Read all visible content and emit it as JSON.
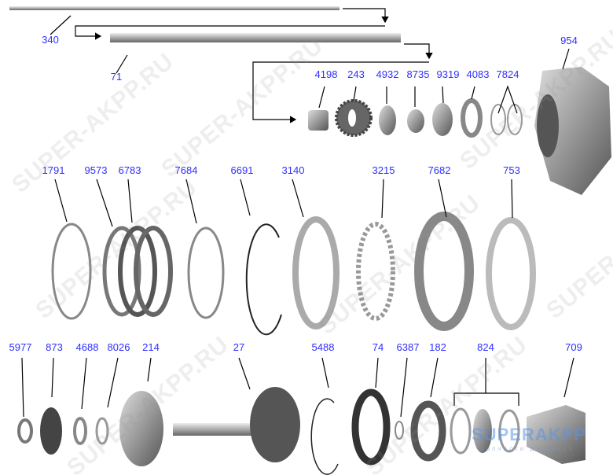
{
  "watermark": "SUPER-AKPP.RU",
  "logo": {
    "name": "SUPERAKPP",
    "tagline": "запчасти для акпп"
  },
  "colors": {
    "label": "#2f2fff",
    "part": "#9a9a9a",
    "leader": "#000000"
  },
  "labels": [
    "340",
    "71",
    "954",
    "4198",
    "243",
    "4932",
    "8735",
    "9319",
    "4083",
    "7824",
    "1791",
    "9573",
    "6783",
    "7684",
    "6691",
    "3140",
    "3215",
    "7682",
    "753",
    "5977",
    "873",
    "4688",
    "8026",
    "214",
    "27",
    "5488",
    "74",
    "6387",
    "182",
    "824",
    "709"
  ]
}
